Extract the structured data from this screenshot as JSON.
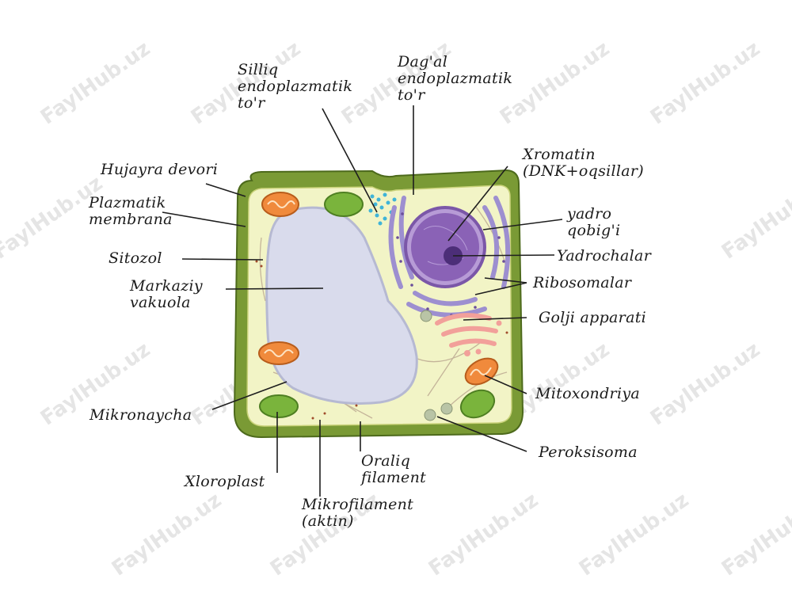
{
  "watermark": "FaylHub.uz",
  "colors": {
    "wall": "#7a9a35",
    "cytoplasm": "#f2f4c6",
    "vacuole": "#d9dbec",
    "nucleus": "#8a62b6",
    "er": "#9d8fd0",
    "chloroplast": "#7ab43c",
    "mitochondria": "#f08a3c",
    "golgi": "#f2a09a",
    "smooth_er": "#3fb4d8"
  },
  "labels": {
    "smooth_er": [
      "Silliq",
      "endoplazmatik",
      "to'r"
    ],
    "rough_er": [
      "Dag'al",
      "endoplazmatik",
      "to'r"
    ],
    "chromatin": [
      "Xromatin",
      "(DNK+oqsillar)"
    ],
    "cell_wall": [
      "Hujayra devori"
    ],
    "nuclear_envelope": [
      "yadro",
      "qobig'i"
    ],
    "plasma_membrane": [
      "Plazmatik",
      "membrana"
    ],
    "cytosol": [
      "Sitozol"
    ],
    "nucleolus": [
      "Yadrochalar"
    ],
    "vacuole": [
      "Markaziy",
      "vakuola"
    ],
    "ribosomes": [
      "Ribosomalar"
    ],
    "golgi": [
      "Golji apparati"
    ],
    "mitochondria": [
      "Mitoxondriya"
    ],
    "microtubule": [
      "Mikronaycha"
    ],
    "peroxisome": [
      "Peroksisoma"
    ],
    "chloroplast": [
      "Xloroplast"
    ],
    "intermediate_filament": [
      "Oraliq",
      "filament"
    ],
    "microfilament": [
      "Mikrofilament",
      "(aktin)"
    ]
  }
}
